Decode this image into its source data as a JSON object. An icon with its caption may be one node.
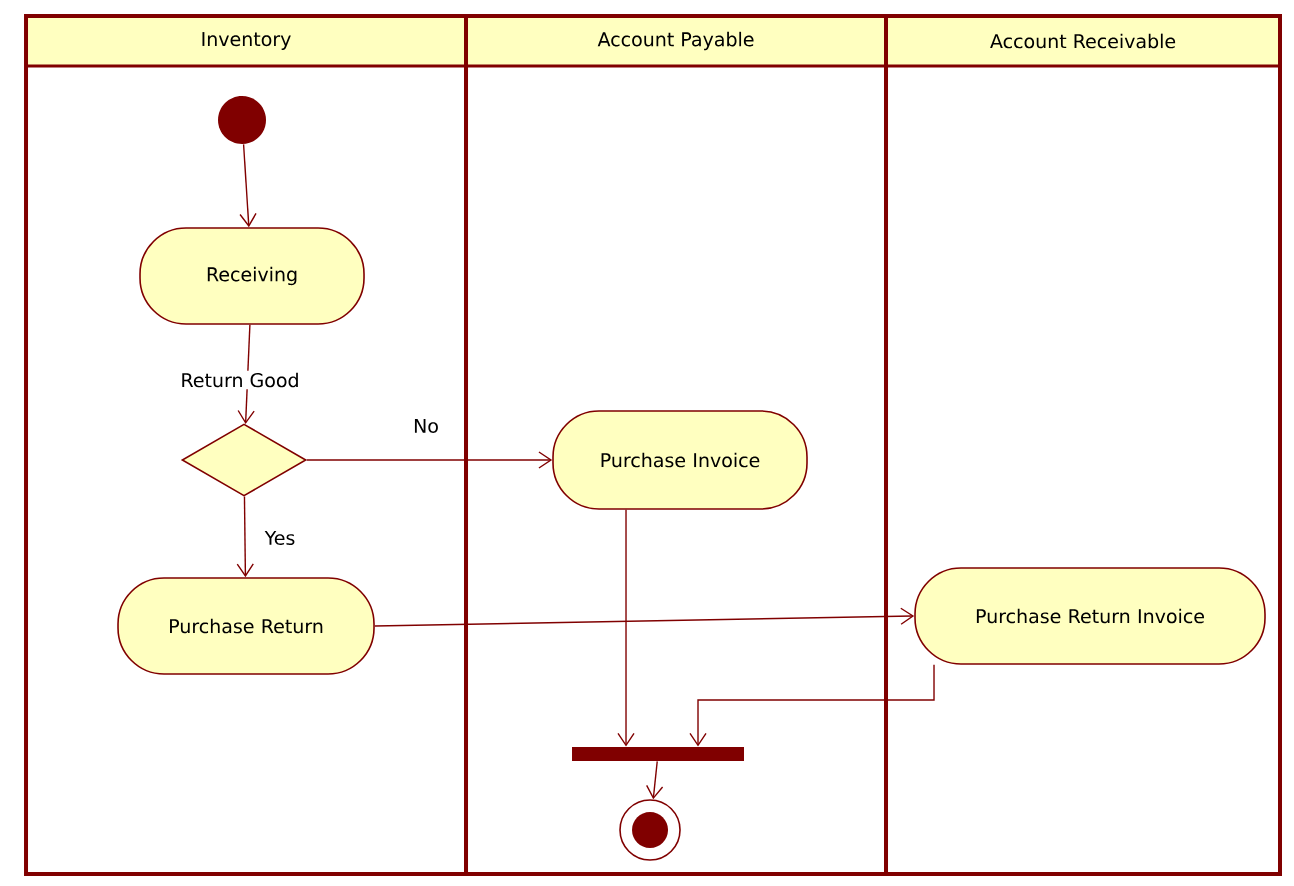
{
  "diagram": {
    "nodes": [
      {
        "text": [
          "Inventory"
        ]
      },
      {
        "text": [
          "Account Payable"
        ]
      },
      {
        "text": [
          "Account Receivable"
        ]
      },
      {
        "text": [],
        "shape": "circle",
        "in": 0
      },
      {
        "text": [
          "Receiving"
        ],
        "in": 0
      },
      {
        "text": [],
        "shape": "diamond",
        "in": 0
      },
      {
        "text": [
          "Purchase Return"
        ],
        "in": 0
      },
      {
        "text": [
          "Purchase Invoice"
        ],
        "in": 1
      },
      {
        "text": [
          "Purchase Return Invoice"
        ],
        "in": 2
      },
      {
        "text": [],
        "shape": "bar",
        "in": 1
      },
      {
        "text": [],
        "shape": "circle",
        "in": 1
      }
    ],
    "edges": [
      {
        "from": 3,
        "to": 4,
        "arrow": "to"
      },
      {
        "from": 4,
        "to": 5,
        "arrow": "to",
        "label": "Return Good"
      },
      {
        "from": 5,
        "to": 7,
        "arrow": "to",
        "label": "No"
      },
      {
        "from": 5,
        "to": 6,
        "arrow": "to",
        "label": "Yes"
      },
      {
        "from": 6,
        "to": 8,
        "arrow": "to"
      },
      {
        "from": 7,
        "to": 9,
        "arrow": "to"
      },
      {
        "from": 8,
        "to": 9,
        "arrow": "to"
      },
      {
        "from": 9,
        "to": 10,
        "arrow": "to"
      }
    ]
  }
}
